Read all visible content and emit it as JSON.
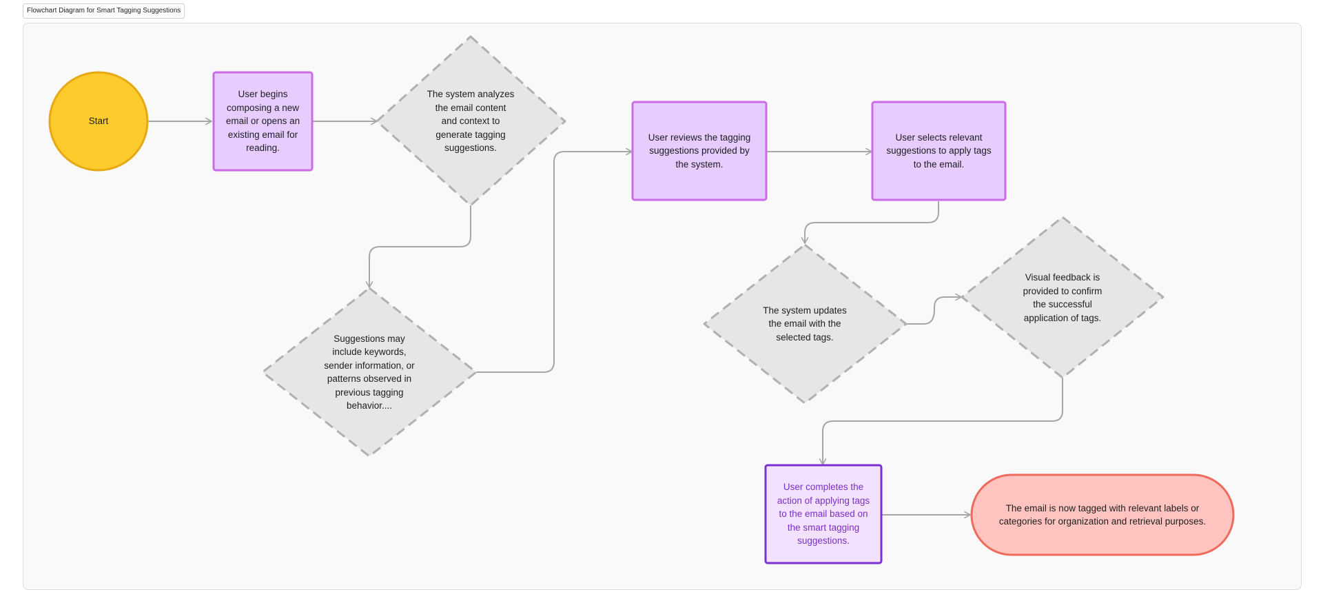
{
  "diagram": {
    "title": "Flowchart Diagram for Smart Tagging Suggestions",
    "nodes": {
      "start": {
        "label": "Start"
      },
      "user_begins": {
        "label": "User begins\ncomposing a new\nemail or opens an\nexisting email for\nreading."
      },
      "system_analyzes": {
        "label": "The system analyzes\nthe email content\nand context to\ngenerate tagging\nsuggestions."
      },
      "suggestions_may": {
        "label": "Suggestions may\ninclude keywords,\nsender information, or\npatterns observed in\nprevious tagging\nbehavior...."
      },
      "user_reviews": {
        "label": "User reviews the tagging\nsuggestions provided by\nthe system."
      },
      "user_selects": {
        "label": "User selects relevant\nsuggestions to apply tags\nto the email."
      },
      "system_updates": {
        "label": "The system updates\nthe email with the\nselected tags."
      },
      "visual_feedback": {
        "label": "Visual feedback is\nprovided to confirm\nthe successful\napplication of tags."
      },
      "user_completes": {
        "label": "User completes the\naction of applying tags\nto the email based on\nthe smart tagging\nsuggestions."
      },
      "end": {
        "label": "The email is now tagged with relevant labels or\ncategories for organization and retrieval purposes."
      }
    },
    "colors": {
      "start_fill": "#fdcb2c",
      "start_stroke": "#e6a815",
      "process_fill": "#e6ccff",
      "process_stroke": "#cc6ae8",
      "decision_fill": "#e6e6e6",
      "decision_stroke": "#b0b0b0",
      "final_process_fill": "#f2e2ff",
      "final_process_stroke": "#7b2fd0",
      "end_fill": "#ffc4c0",
      "end_stroke": "#ee6b5b",
      "connector": "#a6a6a6"
    }
  }
}
